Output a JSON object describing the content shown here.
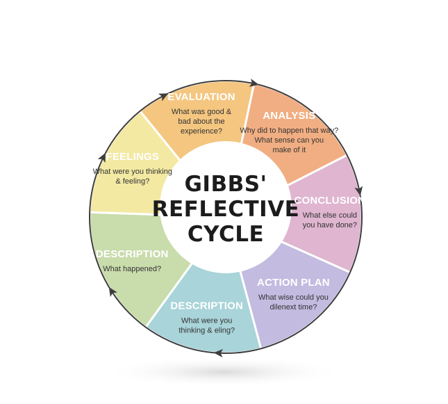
{
  "diagram": {
    "title_lines": [
      "GIBBS'",
      "REFLECTIVE",
      "CYCLE"
    ],
    "segments": [
      {
        "title": "DESCRIPTION",
        "lines": [
          "What happened?"
        ],
        "color": "#c9dcac"
      },
      {
        "title": "FEELINGS",
        "lines": [
          "What were you thinking",
          "& feeling?"
        ],
        "color": "#f3e9a3"
      },
      {
        "title": "EVALUATION",
        "lines": [
          "What was good &",
          "bad about the",
          "experience?"
        ],
        "color": "#f4c680"
      },
      {
        "title": "ANALYSIS",
        "lines": [
          "Why did to happen that way?",
          "What sense can you",
          "make of it"
        ],
        "color": "#f1ae82"
      },
      {
        "title": "CONCLUSION",
        "lines": [
          "What else could",
          "you have done?"
        ],
        "color": "#dfb5d0"
      },
      {
        "title": "ACTION PLAN",
        "lines": [
          "What wise could you",
          "dilenext time?"
        ],
        "color": "#c3bbe0"
      },
      {
        "title": "DESCRIPTION",
        "lines": [
          "What were you",
          "thinking & eling?"
        ],
        "color": "#a9d4d9"
      }
    ],
    "colors": {
      "ring_outline": "#3d3d3d",
      "arrow": "#3d3d3d",
      "center_fill": "#ffffff",
      "divider": "#ffffff"
    }
  }
}
